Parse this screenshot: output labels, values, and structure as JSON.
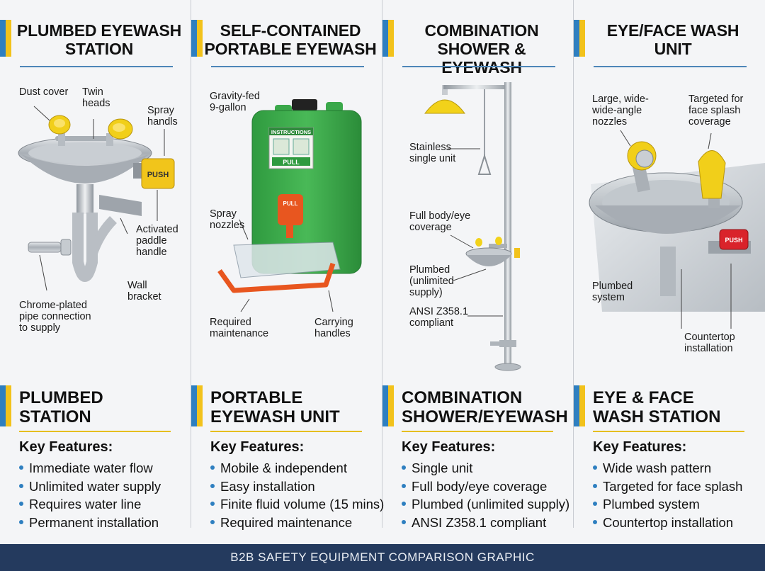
{
  "columns": [
    {
      "header": "PLUMBED EYEWASH STATION",
      "labels": {
        "dust": "Dust cover",
        "twin": "Twin heads",
        "spray": "Spray handls",
        "paddle": "Activated paddle handle",
        "bracket": "Wall bracket",
        "chrome": "Chrome-plated pipe connection to supply",
        "push": "PUSH"
      },
      "subtitle": "PLUMBED STATION",
      "key_features_label": "Key Features:",
      "features": [
        "Immediate water flow",
        "Unlimited water supply",
        "Requires water line",
        "Permanent installation"
      ]
    },
    {
      "header": "SELF-CONTAINED PORTABLE EYEWASH",
      "labels": {
        "gravity": "Gravity-fed 9-gallon",
        "spray": "Spray nozzles",
        "maint": "Required maintenance",
        "carry": "Carrying handles",
        "instructions": "INSTRUCTIONS",
        "pull": "PULL",
        "pull_handle": "PULL"
      },
      "subtitle": "PORTABLE EYEWASH UNIT",
      "key_features_label": "Key Features:",
      "features": [
        "Mobile & independent",
        "Easy installation",
        "Finite fluid volume (15 mins)",
        "Required maintenance"
      ]
    },
    {
      "header": "COMBINATION SHOWER & EYEWASH",
      "labels": {
        "stainless": "Stainless single unit",
        "fullbody": "Full body/eye coverage",
        "plumbed": "Plumbed (unlimited supply)",
        "ansi": "ANSI Z358.1 compliant"
      },
      "subtitle": "COMBINATION SHOWER/EYEWASH",
      "key_features_label": "Key Features:",
      "features": [
        "Single unit",
        "Full body/eye coverage",
        "Plumbed (unlimited supply)",
        "ANSI Z358.1 compliant"
      ]
    },
    {
      "header": "EYE/FACE WASH UNIT",
      "labels": {
        "large": "Large, wide- wide-angle nozzles",
        "targeted": "Targeted for face splash coverage",
        "plumbed": "Plumbed system",
        "counter": "Countertop installation",
        "push": "PUSH"
      },
      "subtitle": "EYE & FACE WASH STATION",
      "key_features_label": "Key Features:",
      "features": [
        "Wide wash pattern",
        "Targeted for face splash",
        "Plumbed system",
        "Countertop installation"
      ]
    }
  ],
  "footer": "B2B SAFETY EQUIPMENT COMPARISON GRAPHIC",
  "colors": {
    "accent_blue": "#2e7fc0",
    "accent_yellow": "#f2c21b",
    "footer_bg": "#243a5e",
    "tank_green": "#3aa84a",
    "handle_orange": "#e8561f",
    "steel": "#b9bec5"
  }
}
